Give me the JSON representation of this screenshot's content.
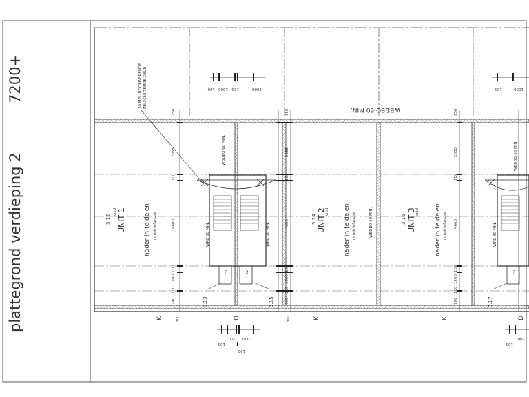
{
  "sheet": {
    "title": "plattegrond verdieping 2",
    "level": "7200+"
  },
  "corridor": {
    "fire_label": "WBDBO 60 MIN.",
    "annotation_line1": "30 MIN. ROOKWERENDE",
    "annotation_line2": "ZELFSLUITENDE DEUR"
  },
  "units": [
    {
      "code": "3.12",
      "name": "UNIT 1",
      "floor": "crtd",
      "desc": "nader in te delen",
      "func": "industriefunctie"
    },
    {
      "code": "3.14",
      "name": "UNIT 2",
      "floor": "crtd",
      "desc": "nader in te delen",
      "func": "industriefunctie"
    },
    {
      "code": "3.16",
      "name": "UNIT 3",
      "floor": "crtd",
      "desc": "nader in te delen",
      "func": "industriefunctie"
    }
  ],
  "stairs": [
    {
      "code": "3.13",
      "wall_label": "WRD 30 MIN.",
      "cv": "cv"
    },
    {
      "code": "3.15",
      "wall_label": "WRD 30 MIN.",
      "cv": "cv"
    },
    {
      "code": "3.17",
      "wall_label": "WRD 30 MIN.",
      "cv": "cv"
    }
  ],
  "wall_labels": {
    "partition_vertical": "WBDBO 60 MIN.",
    "stair_partition": "WBDBO 60 MIN.",
    "right_edge": "WBDBO 60 MIN."
  },
  "dimensions": {
    "row": [
      "150",
      "2855",
      "100",
      "4600",
      "100",
      "1200",
      "100",
      "700",
      "300"
    ],
    "top_group": [
      "100",
      "150",
      "1000",
      "1000"
    ],
    "bottom_group": [
      "100",
      "300",
      "1000",
      "150"
    ]
  },
  "axes": {
    "labels": [
      "K",
      "D",
      "K",
      "K",
      "D"
    ]
  }
}
